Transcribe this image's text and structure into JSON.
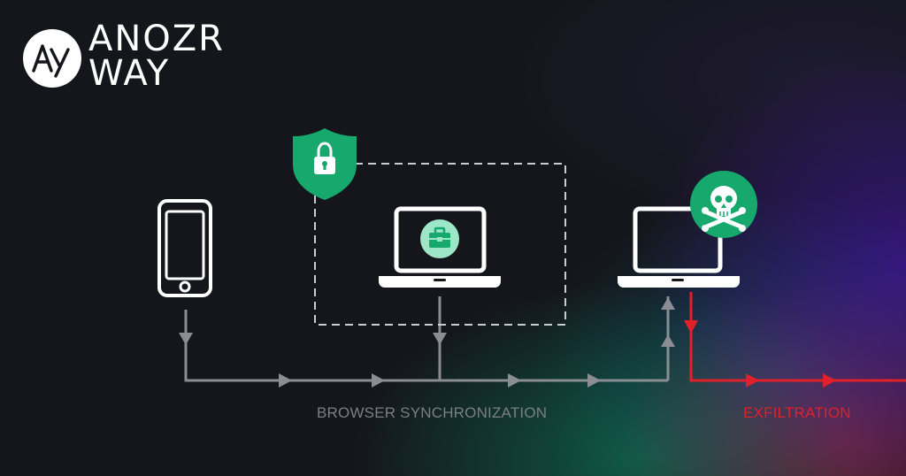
{
  "logo": {
    "mark_text": "AY",
    "line1": "ANOZR",
    "line2": "WAY"
  },
  "labels": {
    "sync": "BROWSER SYNCHRONIZATION",
    "exfil": "EXFILTRATION"
  },
  "colors": {
    "background": "#14161b",
    "device_stroke": "#ffffff",
    "sync_line": "#8a8d92",
    "exfil_line": "#e0202a",
    "badge_green": "#17a86e",
    "badge_light_green": "#9ee6c8"
  },
  "icons": {
    "phone": "phone-icon",
    "laptop_managed": "laptop-icon",
    "laptop_compromised": "laptop-icon",
    "shield": "shield-lock-icon",
    "briefcase": "briefcase-icon",
    "skull": "skull-crossbones-icon"
  }
}
